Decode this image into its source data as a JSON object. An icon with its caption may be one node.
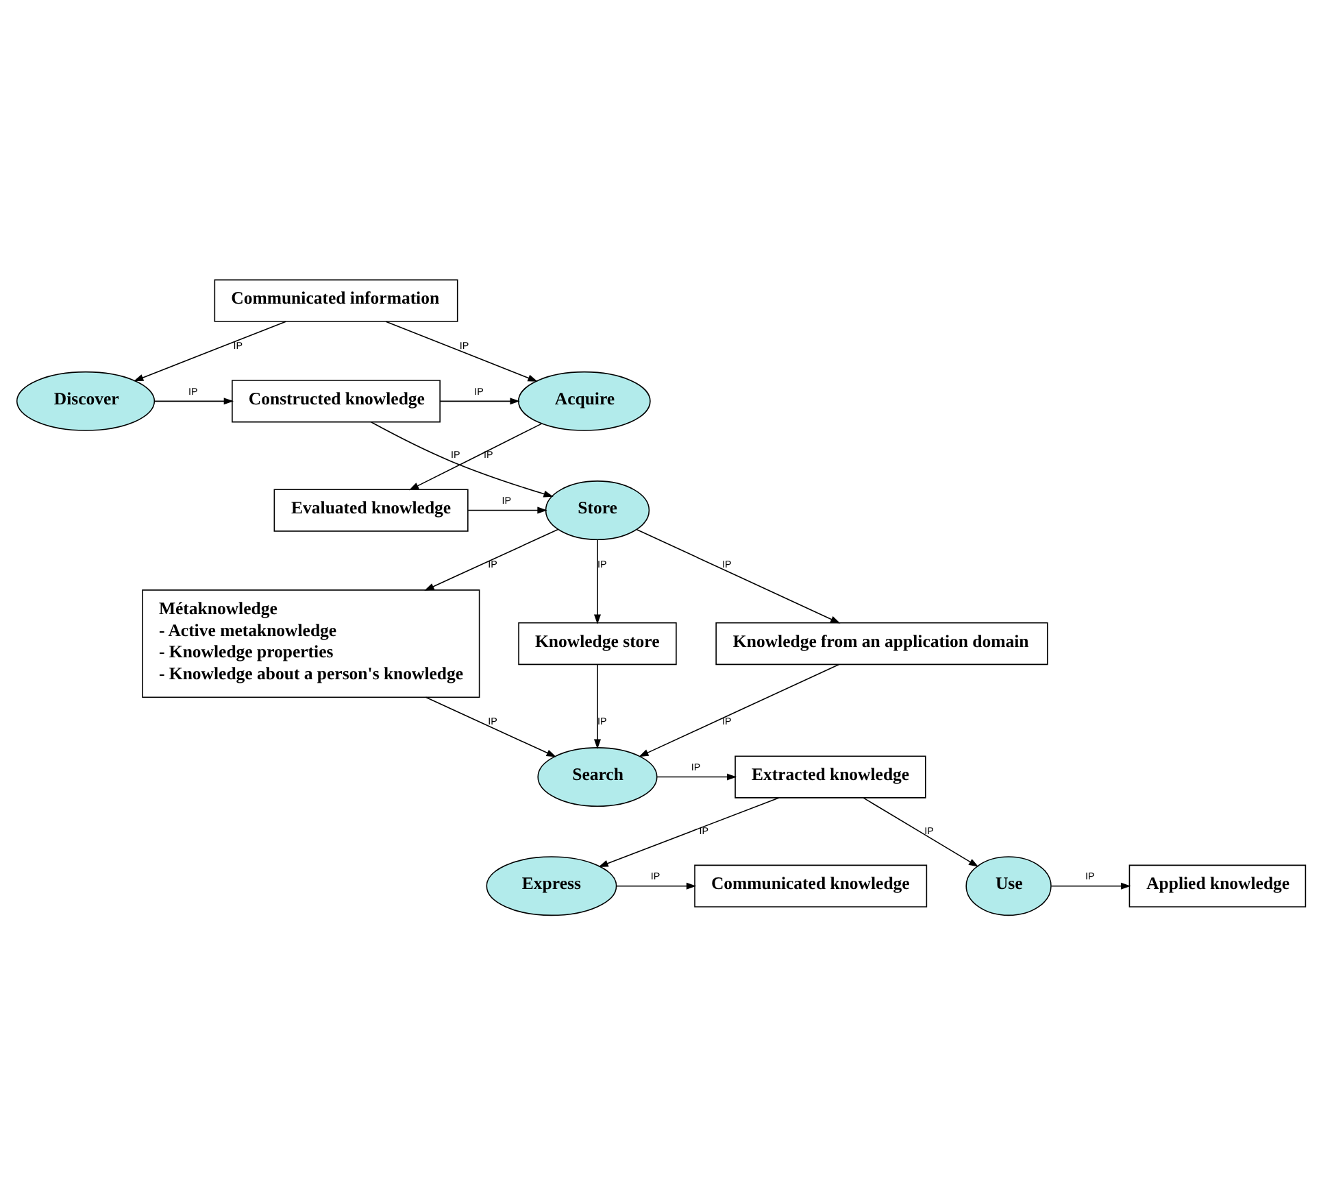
{
  "diagram": {
    "nodes": [
      {
        "text": [
          "Communicated information"
        ]
      },
      {
        "text": [
          "Acquire"
        ]
      },
      {
        "text": [
          "Constructed knowledge"
        ]
      },
      {
        "text": [
          "Discover"
        ]
      },
      {
        "text": [
          "Evaluated knowledge"
        ]
      },
      {
        "text": [
          "Store"
        ]
      },
      {
        "text": [
          "Métaknowledge",
          "- Active metaknowledge",
          "- Knowledge properties",
          "- Knowledge about a person's knowledge"
        ]
      },
      {
        "text": [
          "Knowledge store"
        ]
      },
      {
        "text": [
          "Knowledge from an application domain"
        ]
      },
      {
        "text": [
          "Search"
        ]
      },
      {
        "text": [
          "Extracted knowledge"
        ]
      },
      {
        "text": [
          "Express"
        ]
      },
      {
        "text": [
          "Communicated knowledge"
        ]
      },
      {
        "text": [
          "Use"
        ]
      },
      {
        "text": [
          "Applied knowledge"
        ]
      }
    ],
    "edges": [
      {
        "from": 0,
        "to": 1,
        "arrow": "to",
        "label": "IP"
      },
      {
        "from": 0,
        "to": 3,
        "arrow": "to",
        "label": "IP"
      },
      {
        "from": 2,
        "to": 1,
        "arrow": "to",
        "label": "IP"
      },
      {
        "from": 3,
        "to": 2,
        "arrow": "to",
        "label": "IP"
      },
      {
        "from": 1,
        "to": 4,
        "arrow": "to",
        "label": "IP"
      },
      {
        "from": 2,
        "to": 5,
        "arrow": "to",
        "label": "IP"
      },
      {
        "from": 4,
        "to": 5,
        "arrow": "to",
        "label": "IP"
      },
      {
        "from": 5,
        "to": 6,
        "arrow": "to",
        "label": "IP"
      },
      {
        "from": 5,
        "to": 7,
        "arrow": "to",
        "label": "IP"
      },
      {
        "from": 5,
        "to": 8,
        "arrow": "to",
        "label": "IP"
      },
      {
        "from": 6,
        "to": 9,
        "arrow": "to",
        "label": "IP"
      },
      {
        "from": 7,
        "to": 9,
        "arrow": "to",
        "label": "IP"
      },
      {
        "from": 8,
        "to": 9,
        "arrow": "to",
        "label": "IP"
      },
      {
        "from": 9,
        "to": 10,
        "arrow": "to",
        "label": "IP"
      },
      {
        "from": 10,
        "to": 11,
        "arrow": "to",
        "label": "IP"
      },
      {
        "from": 10,
        "to": 13,
        "arrow": "to",
        "label": "IP"
      },
      {
        "from": 11,
        "to": 12,
        "arrow": "to",
        "label": "IP"
      },
      {
        "from": 13,
        "to": 14,
        "arrow": "to",
        "label": "IP"
      }
    ]
  }
}
